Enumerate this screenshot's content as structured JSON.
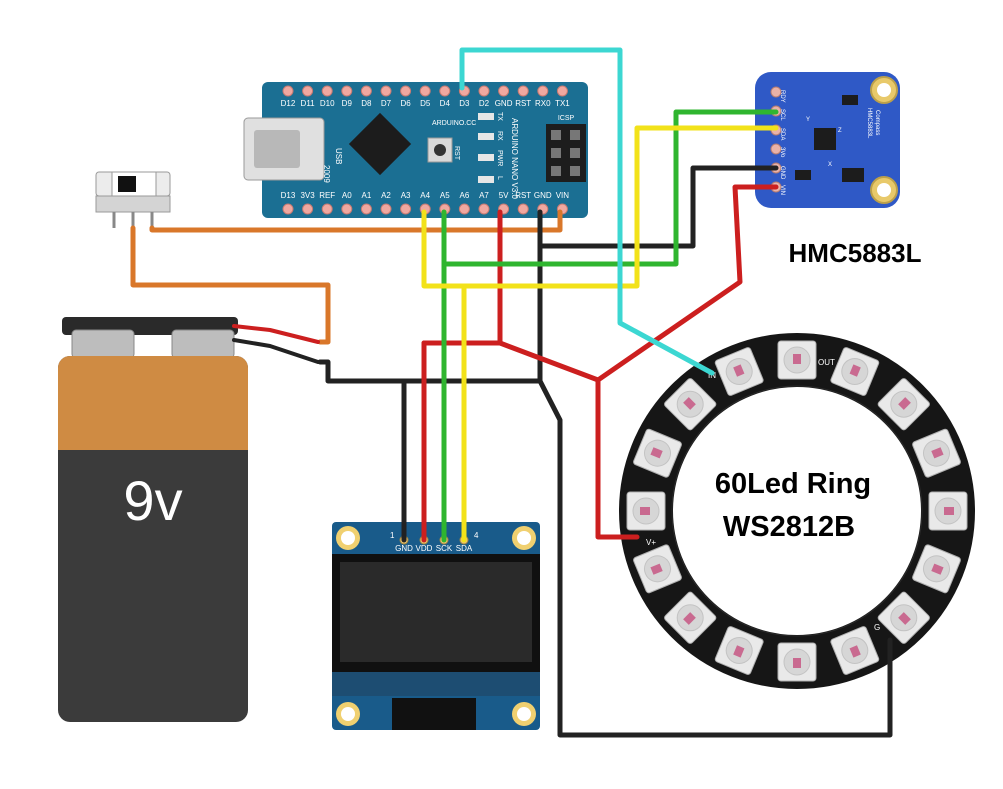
{
  "arduino": {
    "top_pins": [
      "D12",
      "D11",
      "D10",
      "D9",
      "D8",
      "D7",
      "D6",
      "D5",
      "D4",
      "D3",
      "D2",
      "GND",
      "RST",
      "RX0",
      "TX1"
    ],
    "bottom_pins": [
      "D13",
      "3V3",
      "REF",
      "A0",
      "A1",
      "A2",
      "A3",
      "A4",
      "A5",
      "A6",
      "A7",
      "5V",
      "RST",
      "GND",
      "VIN"
    ],
    "usb_label": "USB",
    "year_label": "2009",
    "brand_label": "ARDUINO.CC",
    "model_label": "ARDUINO NANO V3.0",
    "icsp_label": "ICSP",
    "reset_label": "RST",
    "led_labels": [
      "TX",
      "RX",
      "PWR",
      "L"
    ]
  },
  "hmc": {
    "pins": [
      "RDY",
      "SCL",
      "SDA",
      "3Vo",
      "GND",
      "VIN"
    ],
    "chip_label": "HMC5883L",
    "sub_label": "Compass",
    "axis_labels": [
      "X",
      "Y",
      "Z"
    ],
    "title": "HMC5883L"
  },
  "battery": {
    "label": "9v"
  },
  "oled": {
    "pins": [
      "GND",
      "VDD",
      "SCK",
      "SDA"
    ],
    "pin1": "1",
    "pin4": "4"
  },
  "ring": {
    "title_line1": "60Led Ring",
    "title_line2": "WS2812B",
    "in_label": "IN",
    "out_label": "OUT",
    "vcc_label": "V+",
    "gnd_label": "G",
    "led_count": 16
  },
  "colors": {
    "red": "#cc1f1f",
    "black": "#222222",
    "green": "#2fb52f",
    "yellow": "#f2e21a",
    "cyan": "#3cd7d2",
    "orange": "#d9772a",
    "board_blue": "#1b6f93",
    "hmc_blue": "#2f59c6",
    "battery_orange": "#cf8b43",
    "battery_body": "#3b3b3b"
  }
}
